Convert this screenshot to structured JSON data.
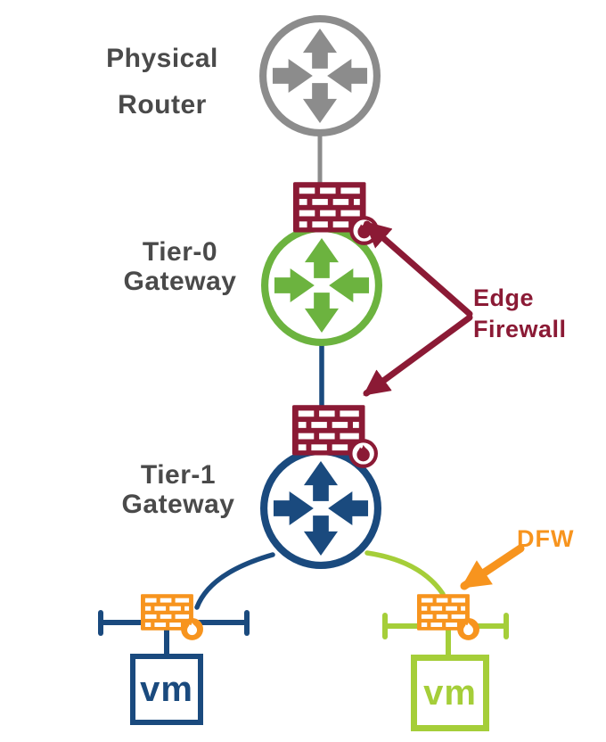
{
  "colors": {
    "gray": "#8C8C8C",
    "labelgray": "#4A4A4A",
    "green": "#6CB33F",
    "navy": "#1A4A7E",
    "maroon": "#8B1A35",
    "orange": "#F7941E",
    "lime": "#A5CE39"
  },
  "nodes": {
    "physical_router": {
      "line1": "Physical",
      "line2": "Router"
    },
    "tier0_gateway": {
      "line1": "Tier-0",
      "line2": "Gateway"
    },
    "tier1_gateway": {
      "line1": "Tier-1",
      "line2": "Gateway"
    },
    "vm_left": {
      "label": "vm"
    },
    "vm_right": {
      "label": "vm"
    }
  },
  "annotations": {
    "edge_firewall": {
      "line1": "Edge",
      "line2": "Firewall"
    },
    "dfw": {
      "label": "DFW"
    }
  },
  "icons": {
    "router": "#sym-router",
    "edge_firewall": "#sym-fw-edge",
    "dfw_firewall": "#sym-fw-dfw",
    "flame": "flame-icon",
    "vm": "vm-box"
  }
}
